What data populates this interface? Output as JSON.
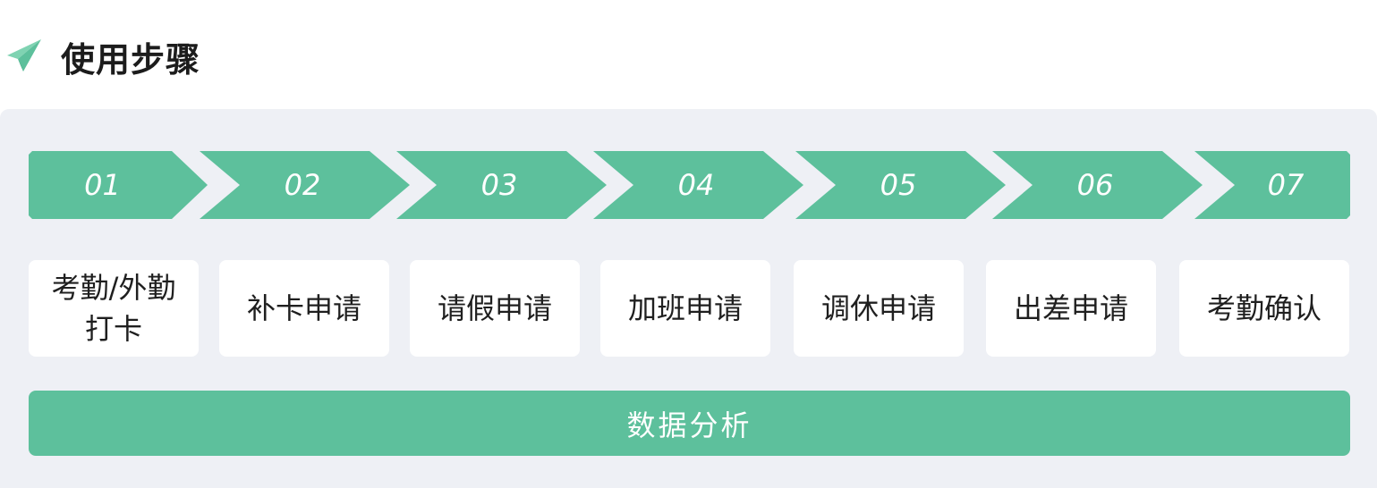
{
  "title": "使用步骤",
  "colors": {
    "accent": "#5dc09c",
    "panel_bg": "#eef0f5",
    "card_bg": "#ffffff",
    "text": "#1f1f1f"
  },
  "icon": "paper-plane-icon",
  "steps": [
    {
      "number": "01",
      "label": "考勤/外勤打卡"
    },
    {
      "number": "02",
      "label": "补卡申请"
    },
    {
      "number": "03",
      "label": "请假申请"
    },
    {
      "number": "04",
      "label": "加班申请"
    },
    {
      "number": "05",
      "label": "调休申请"
    },
    {
      "number": "06",
      "label": "出差申请"
    },
    {
      "number": "07",
      "label": "考勤确认"
    }
  ],
  "summary": "数据分析"
}
